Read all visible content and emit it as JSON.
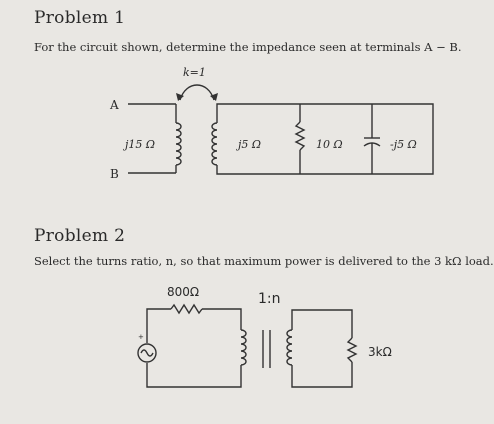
{
  "problem1": {
    "heading": "Problem 1",
    "statement": "For the circuit shown, determine the impedance seen at terminals A − B.",
    "circuit": {
      "coupling": "k=1",
      "terminal_a": "A",
      "terminal_b": "B",
      "primary_inductor": "j15 Ω",
      "secondary_inductor": "j5 Ω",
      "resistor": "10 Ω",
      "capacitor": "-j5 Ω"
    }
  },
  "problem2": {
    "heading": "Problem 2",
    "statement": "Select the turns ratio, n, so that maximum power is delivered to the 3 kΩ load.",
    "circuit": {
      "source_resistor": "800Ω",
      "turns_ratio": "1:n",
      "load_resistor": "3kΩ",
      "source_plus": "+"
    }
  }
}
